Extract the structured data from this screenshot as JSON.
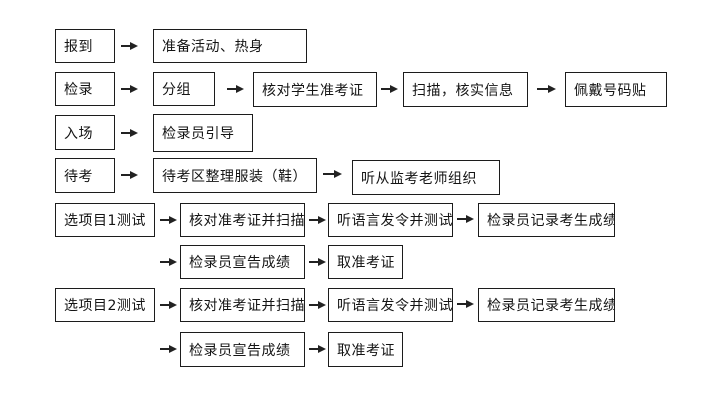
{
  "colors": {
    "background": "#ffffff",
    "box_border": "#1c1c1c",
    "text": "#141414",
    "arrow": "#222222"
  },
  "flow": {
    "rows": [
      {
        "name": "report",
        "boxes": [
          {
            "label": "报到"
          },
          {
            "label": "准备活动、热身"
          }
        ]
      },
      {
        "name": "checkin",
        "boxes": [
          {
            "label": "检录"
          },
          {
            "label": "分组"
          },
          {
            "label": "核对学生准考证"
          },
          {
            "label": "扫描，核实信息"
          },
          {
            "label": "佩戴号码贴"
          }
        ]
      },
      {
        "name": "entry",
        "boxes": [
          {
            "label": "入场"
          },
          {
            "label": "检录员引导"
          }
        ]
      },
      {
        "name": "waiting",
        "boxes": [
          {
            "label": "待考"
          },
          {
            "label": "待考区整理服装（鞋）"
          },
          {
            "label": "听从监考老师组织"
          }
        ]
      },
      {
        "name": "event1-test",
        "boxes": [
          {
            "label": "选项目1测试"
          },
          {
            "label": "核对准考证并扫描"
          },
          {
            "label": "听语言发令并测试"
          },
          {
            "label": "检录员记录考生成绩"
          }
        ]
      },
      {
        "name": "event1-result",
        "boxes": [
          {
            "label": "检录员宣告成绩"
          },
          {
            "label": "取准考证"
          }
        ]
      },
      {
        "name": "event2-test",
        "boxes": [
          {
            "label": "选项目2测试"
          },
          {
            "label": "核对准考证并扫描"
          },
          {
            "label": "听语言发令并测试"
          },
          {
            "label": "检录员记录考生成绩"
          }
        ]
      },
      {
        "name": "event2-result",
        "boxes": [
          {
            "label": "检录员宣告成绩"
          },
          {
            "label": "取准考证"
          }
        ]
      }
    ]
  }
}
